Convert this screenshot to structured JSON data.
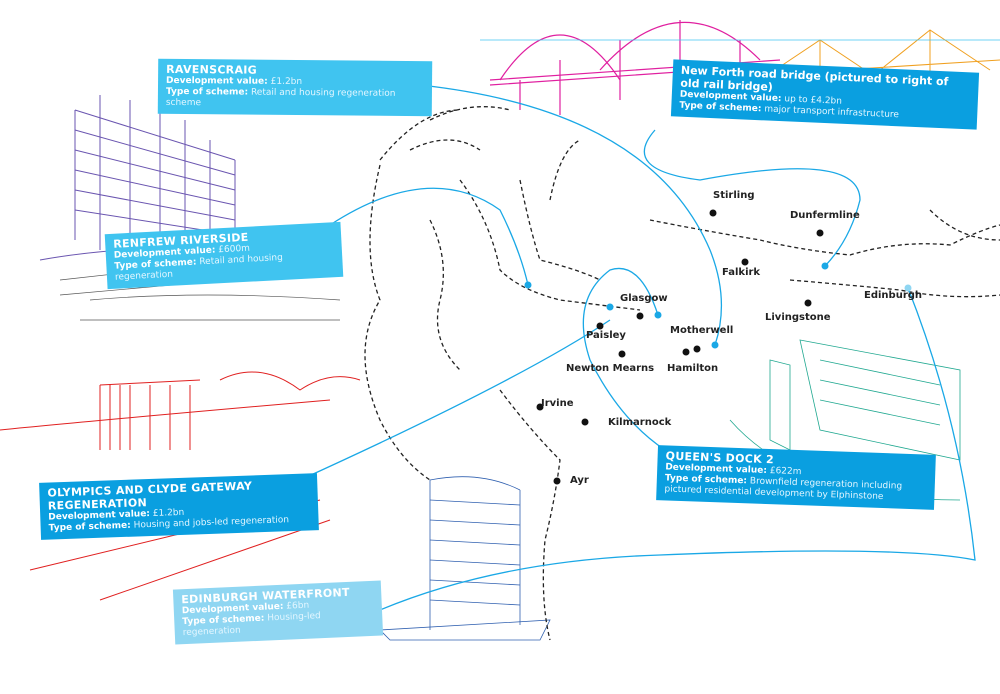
{
  "projects": [
    {
      "title": "RAVENSCRAIG",
      "value_label": "Development value:",
      "value": "£1.2bn",
      "type_label": "Type of scheme:",
      "type": "Retail and housing regeneration scheme"
    },
    {
      "title": "New Forth road bridge (pictured to right of old rail bridge)",
      "value_label": "Development value:",
      "value": "up to £4.2bn",
      "type_label": "Type of scheme:",
      "type": "major transport infrastructure"
    },
    {
      "title": "RENFREW RIVERSIDE",
      "value_label": "Development value:",
      "value": "£600m",
      "type_label": "Type of scheme:",
      "type": "Retail and housing regeneration"
    },
    {
      "title": "QUEEN'S DOCK 2",
      "value_label": "Development value:",
      "value": "£622m",
      "type_label": "Type of scheme:",
      "type": "Brownfield regeneration including pictured residential development by Elphinstone"
    },
    {
      "title": "OLYMPICS AND CLYDE GATEWAY REGENERATION",
      "value_label": "Development value:",
      "value": "£1.2bn",
      "type_label": "Type of scheme:",
      "type": "Housing and jobs-led regeneration"
    },
    {
      "title": "EDINBURGH WATERFRONT",
      "value_label": "Development value:",
      "value": "£6bn",
      "type_label": "Type of scheme:",
      "type": "Housing-led regeneration"
    }
  ],
  "cities": [
    "Stirling",
    "Dunfermline",
    "Falkirk",
    "Edinburgh",
    "Livingstone",
    "Glasgow",
    "Paisley",
    "Motherwell",
    "Hamilton",
    "Newton Mearns",
    "Irvine",
    "Kilmarnock",
    "Ayr"
  ],
  "colors": {
    "box_light": "#40c4f0",
    "box_dark": "#0a9fe0",
    "box_pale": "#8fd6f2",
    "connector": "#1aa8e6"
  }
}
